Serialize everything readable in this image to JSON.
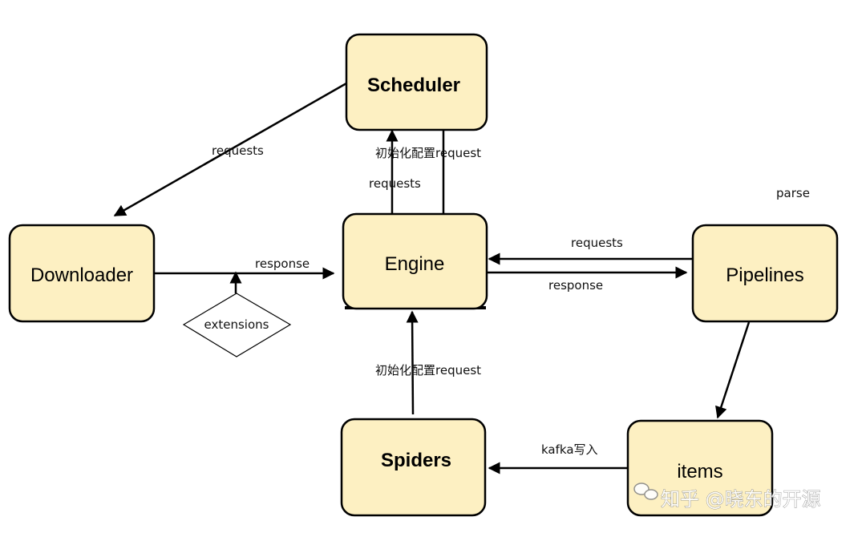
{
  "nodes": {
    "scheduler": "Scheduler",
    "downloader": "Downloader",
    "engine": "Engine",
    "pipelines": "Pipelines",
    "spiders": "Spiders",
    "items": "items"
  },
  "edges": {
    "scheduler_to_downloader": "requests",
    "engine_to_scheduler_init": "初始化配置request",
    "engine_to_scheduler": "requests",
    "downloader_to_engine": "response",
    "pipelines_to_engine": "requests",
    "engine_to_pipelines": "response",
    "spiders_to_engine": "初始化配置request",
    "items_to_spiders": "kafka写入"
  },
  "annotations": {
    "parse": "parse",
    "extensions": "extensions"
  },
  "watermark": "知乎 @晓东的开源"
}
